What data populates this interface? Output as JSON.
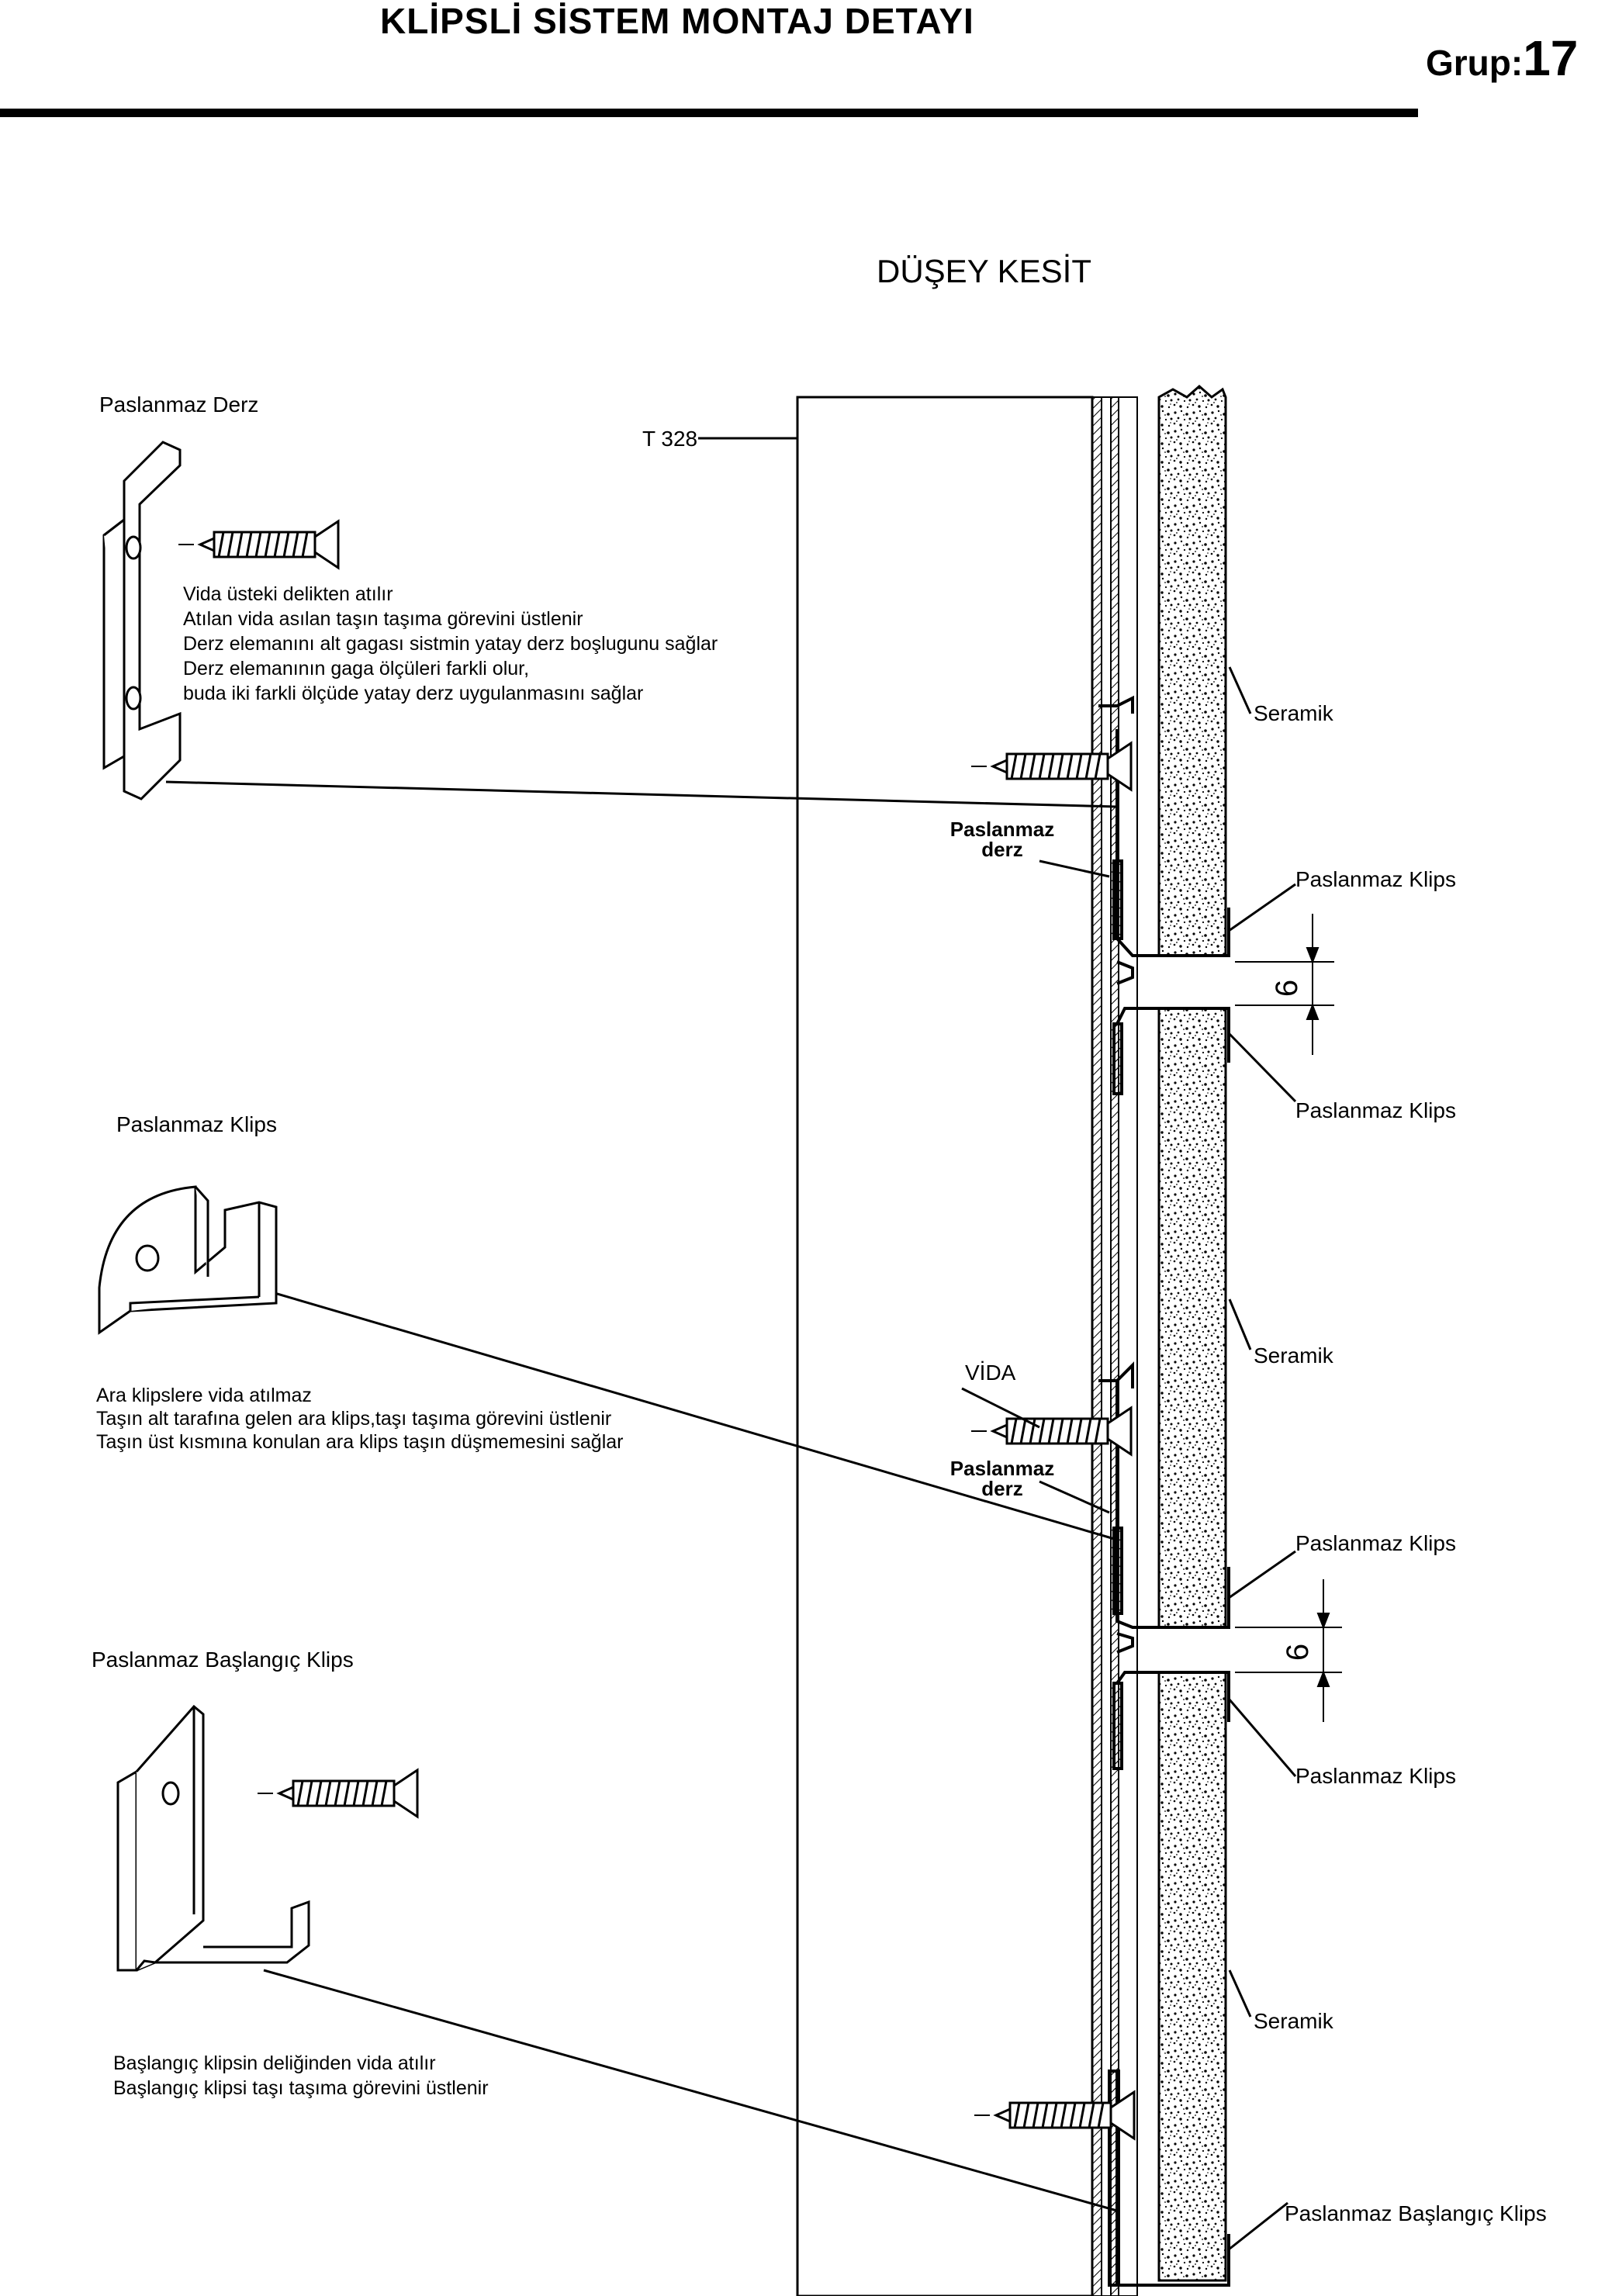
{
  "header": {
    "title": "KLİPSLİ SİSTEM MONTAJ DETAYI",
    "group_label": "Grup:",
    "group_number": "17"
  },
  "section_title": "DÜŞEY KESİT",
  "details": {
    "derz": {
      "label": "Paslanmaz Derz",
      "notes": [
        "Vida üsteki delikten atılır",
        "Atılan vida asılan taşın taşıma görevini üstlenir",
        "Derz elemanını alt gagası sistmin yatay derz boşlugunu sağlar",
        "Derz elemanının gaga ölçüleri farkli olur,",
        "buda iki farkli ölçüde yatay derz uygulanmasını sağlar"
      ]
    },
    "klips": {
      "label": "Paslanmaz Klips",
      "notes": [
        "Ara klipslere vida atılmaz",
        "Taşın alt tarafına gelen ara klips,taşı taşıma görevini üstlenir",
        "Taşın üst kısmına konulan ara klips taşın düşmemesini sağlar"
      ]
    },
    "baslangic": {
      "label": "Paslanmaz Başlangıç Klips",
      "notes": [
        "Başlangıç klipsin deliğinden  vida atılır",
        "Başlangıç klipsi taşı taşıma görevini üstlenir"
      ]
    }
  },
  "section_labels": {
    "profile": "T 328",
    "seramik_1": "Seramik",
    "seramik_2": "Seramik",
    "seramik_3": "Seramik",
    "derz_1": "Paslanmaz derz",
    "derz_2": "Paslanmaz derz",
    "vida": "VİDA",
    "klips_1": "Paslanmaz Klips",
    "klips_2": "Paslanmaz Klips",
    "klips_3": "Paslanmaz Klips",
    "klips_4": "Paslanmaz Klips",
    "baslangic_klips": "Paslanmaz Başlangıç Klips"
  },
  "dimensions": {
    "joint_1": "6",
    "joint_2": "6"
  }
}
